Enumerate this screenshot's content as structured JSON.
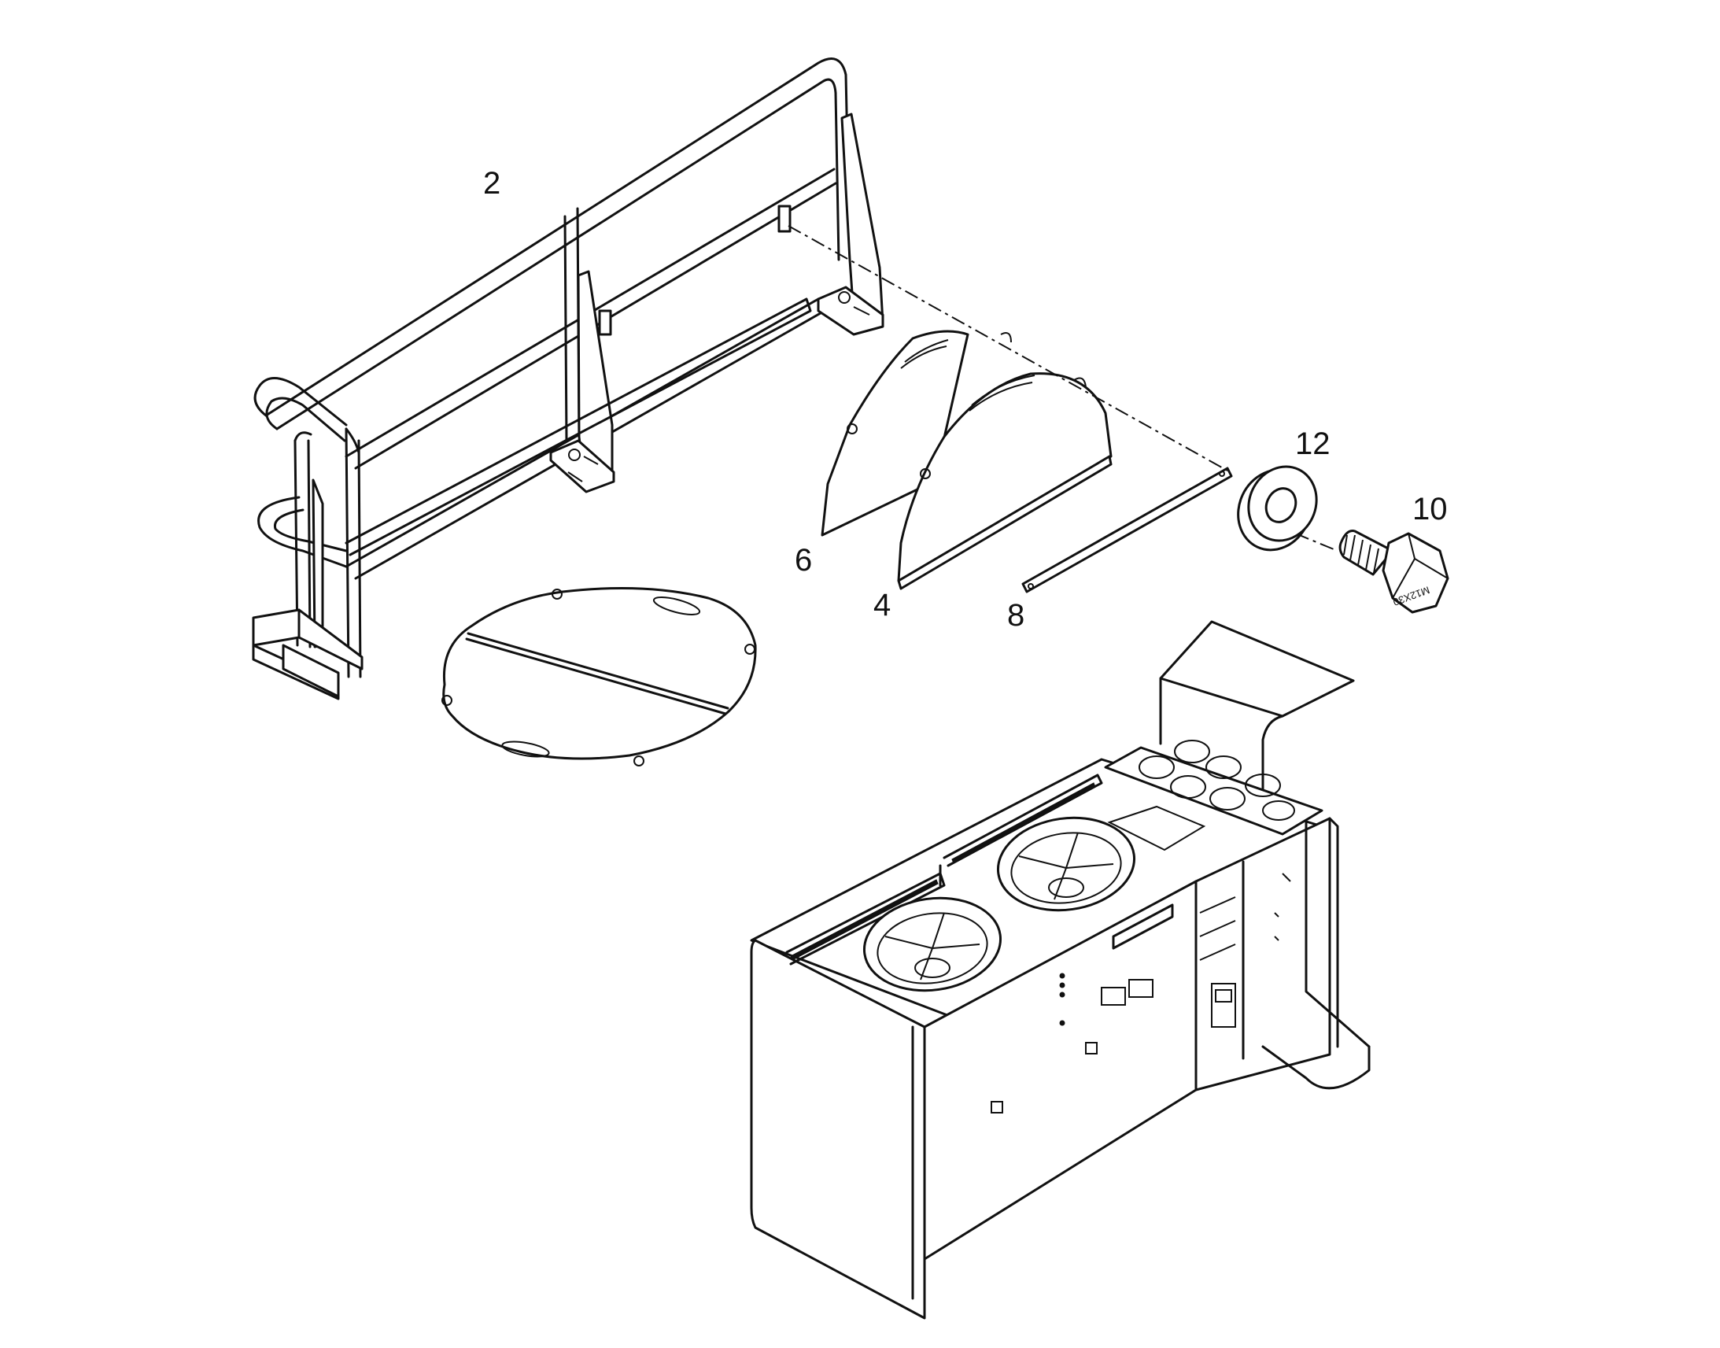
{
  "callouts": {
    "railing": "2",
    "cover_panel_b": "4",
    "cover_panel_a": "6",
    "strip": "8",
    "bolt": "10",
    "washer": "12"
  },
  "bolt_marking": "M12X30",
  "colors": {
    "line": "#111111",
    "background": "#ffffff"
  }
}
